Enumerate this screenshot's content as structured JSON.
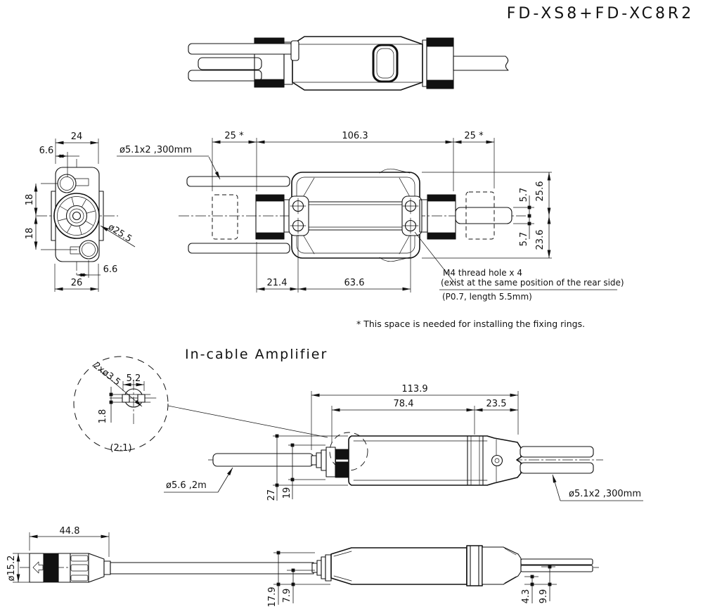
{
  "title": "FD-XS8+FD-XC8R2",
  "section_labels": {
    "amplifier_heading": "In-cable Amplifier"
  },
  "notes": {
    "m4_line1": "M4 thread hole x 4",
    "m4_line2": "(exist at the same position of the rear side)",
    "m4_line3": "(P0.7, length 5.5mm)",
    "footnote": "* This space is needed for installing the fixing rings."
  },
  "head_view": {
    "dim_top_width": "24",
    "dim_top_offset": "6.6",
    "dim_upper_height": "18",
    "dim_lower_height": "18",
    "dim_bottom_offset": "6.6",
    "dim_bottom_width": "26",
    "label_lens_diameter": "ø25.5",
    "label_cables": "ø5.1x2 ,300mm"
  },
  "sensor_view": {
    "dim_space_left": "25 *",
    "dim_body_length": "106.3",
    "dim_space_right": "25 *",
    "dim_cable_offset_upper": "5.7",
    "dim_half_height_upper": "25.6",
    "dim_cable_offset_lower": "5.7",
    "dim_half_height_lower": "23.6",
    "dim_nut_to_hole": "21.4",
    "dim_hole_pitch": "63.6"
  },
  "detail_view": {
    "label_holes": "2xø3.5",
    "dim_width": "5.2",
    "dim_height": "1.8",
    "scale": "(2:1)"
  },
  "amp_side_view": {
    "dim_total_length": "113.9",
    "dim_body_length": "78.4",
    "dim_end_length": "23.5",
    "dim_height": "27",
    "dim_inner_height": "19",
    "label_cable_left": "ø5.6 ,2m",
    "label_cable_right": "ø5.1x2 ,300mm"
  },
  "amp_bottom_view": {
    "dim_connector_length": "44.8",
    "dim_connector_diameter": "ø15.2",
    "dim_total_height": "17.9",
    "dim_lower_height": "7.9",
    "dim_right_inner": "4.3",
    "dim_right_outer": "9.9"
  },
  "colors": {
    "line": "#111111",
    "background": "#ffffff"
  }
}
